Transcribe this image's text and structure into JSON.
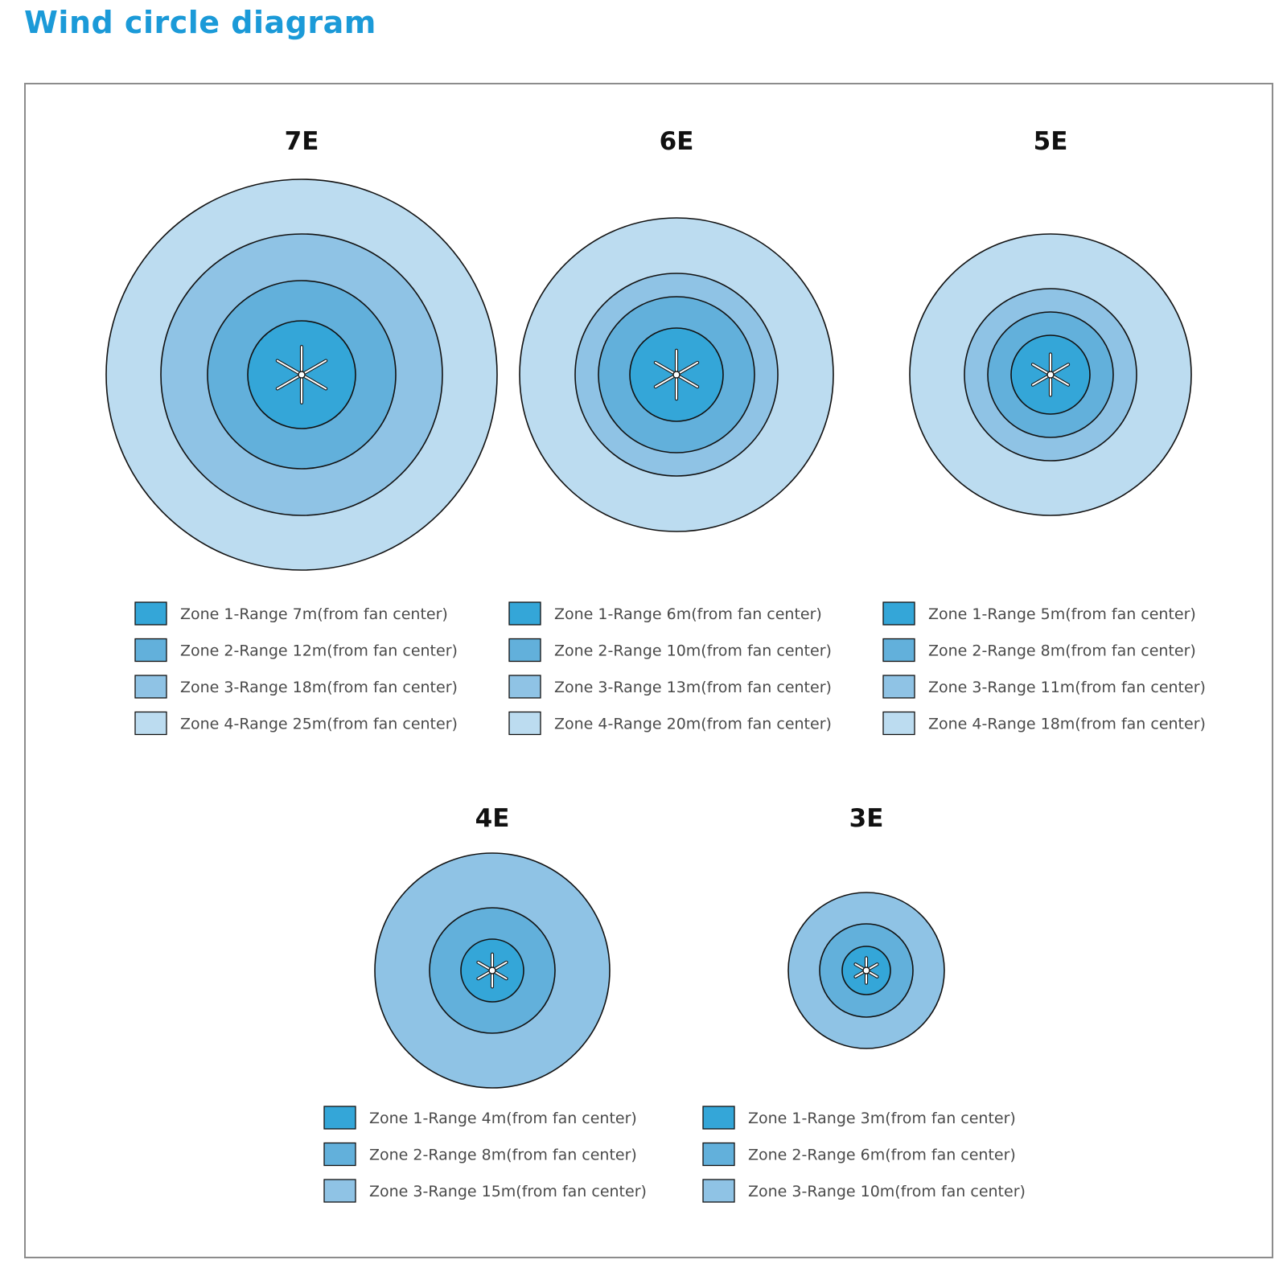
{
  "title": "Wind circle diagram",
  "colors": {
    "title": "#1b9ad8",
    "zone1": "#34a6d8",
    "zone2": "#62b0db",
    "zone3": "#8fc3e5",
    "zone4": "#bcdcf0",
    "outline": "#111111",
    "frame": "#8c8c8c"
  },
  "icon": "fan-icon",
  "diagrams": [
    {
      "model": "7E",
      "zones": [
        {
          "label": "Zone 1-Range 7m(from fan center)",
          "range_m": 7
        },
        {
          "label": "Zone 2-Range 12m(from fan center)",
          "range_m": 12
        },
        {
          "label": "Zone 3-Range 18m(from fan center)",
          "range_m": 18
        },
        {
          "label": "Zone 4-Range 25m(from fan center)",
          "range_m": 25
        }
      ]
    },
    {
      "model": "6E",
      "zones": [
        {
          "label": "Zone 1-Range 6m(from fan center)",
          "range_m": 6
        },
        {
          "label": "Zone 2-Range 10m(from fan center)",
          "range_m": 10
        },
        {
          "label": "Zone 3-Range 13m(from fan center)",
          "range_m": 13
        },
        {
          "label": "Zone 4-Range 20m(from fan center)",
          "range_m": 20
        }
      ]
    },
    {
      "model": "5E",
      "zones": [
        {
          "label": "Zone 1-Range 5m(from fan center)",
          "range_m": 5
        },
        {
          "label": "Zone 2-Range 8m(from fan center)",
          "range_m": 8
        },
        {
          "label": "Zone 3-Range 11m(from fan center)",
          "range_m": 11
        },
        {
          "label": "Zone 4-Range 18m(from fan center)",
          "range_m": 18
        }
      ]
    },
    {
      "model": "4E",
      "zones": [
        {
          "label": "Zone 1-Range 4m(from fan center)",
          "range_m": 4
        },
        {
          "label": "Zone 2-Range 8m(from fan center)",
          "range_m": 8
        },
        {
          "label": "Zone 3-Range 15m(from fan center)",
          "range_m": 15
        }
      ]
    },
    {
      "model": "3E",
      "zones": [
        {
          "label": "Zone 1-Range 3m(from fan center)",
          "range_m": 3
        },
        {
          "label": "Zone 2-Range 6m(from fan center)",
          "range_m": 6
        },
        {
          "label": "Zone 3-Range 10m(from fan center)",
          "range_m": 10
        }
      ]
    }
  ]
}
